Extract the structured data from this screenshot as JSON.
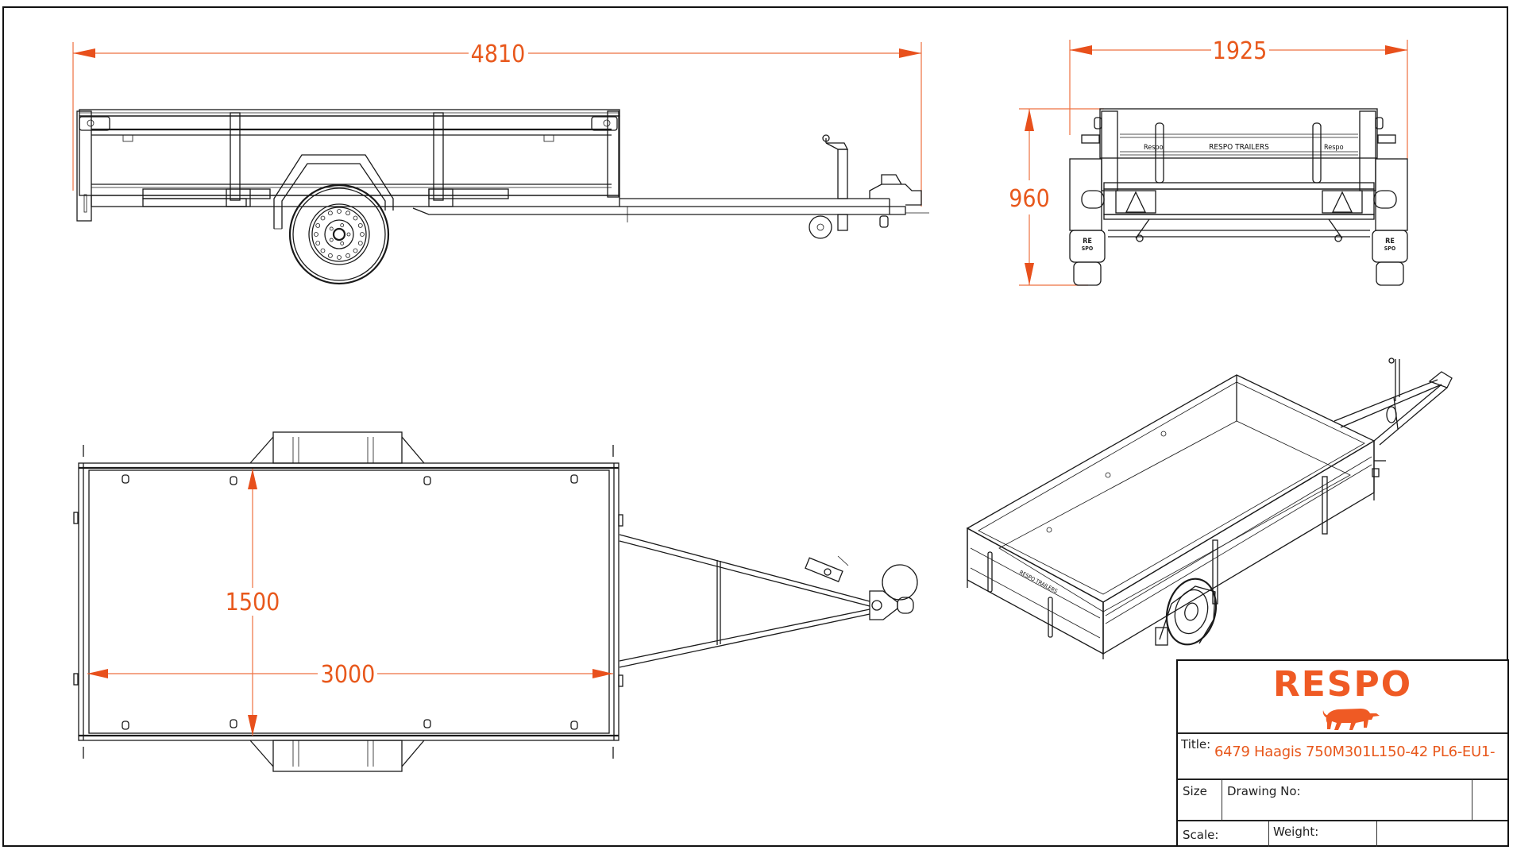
{
  "drawing": {
    "dimensions": {
      "overall_length": "4810",
      "overall_width": "1925",
      "overall_height": "960",
      "box_width": "1500",
      "box_length": "3000"
    },
    "views": {
      "side": {
        "brand_panel_text": ""
      },
      "rear": {
        "panel_main": "RESPO TRAILERS",
        "panel_left": "Respo",
        "panel_right": "Respo",
        "mudflap_logo_line1": "RE",
        "mudflap_logo_line2": "SPO"
      },
      "isometric": {
        "panel_text": "RESPO TRAILERS"
      }
    },
    "colors": {
      "accent": "#e8581c",
      "line": "#1a1a1a",
      "dimension": "#ee7040"
    }
  },
  "title_block": {
    "logo_text": "RESPO",
    "logo_icon": "bull-icon",
    "title_label": "Title:",
    "title_value": "6479 Haagis 750M301L150-42 PL6-EU1-",
    "size_label": "Size",
    "drawing_no_label": "Drawing No:",
    "scale_label": "Scale:",
    "weight_label": "Weight:"
  }
}
